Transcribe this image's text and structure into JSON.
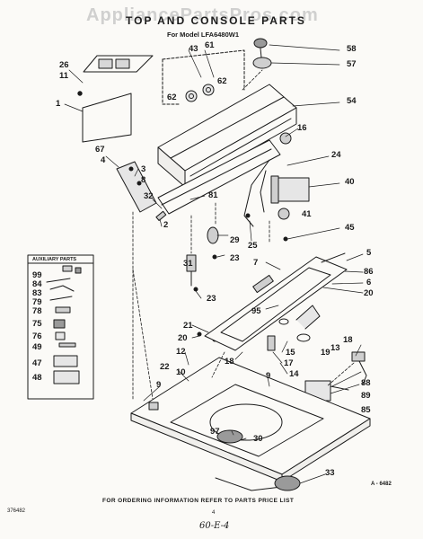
{
  "watermark": "AppliancePartsPros.com",
  "title": "TOP AND CONSOLE PARTS",
  "model": "For Model LFA6480W1",
  "auxiliary_title": "AUXILIARY PARTS",
  "footer": "FOR ORDERING INFORMATION REFER TO PARTS PRICE LIST",
  "figure_ref": "A - 6482",
  "doc_number": "376482",
  "page_number": "4",
  "handwritten": "60-E-4",
  "callouts": {
    "c58": "58",
    "c57": "57",
    "c54": "54",
    "c16": "16",
    "c24": "24",
    "c40": "40",
    "c41": "41",
    "c45": "45",
    "c5": "5",
    "c86": "86",
    "c6": "6",
    "c20a": "20",
    "c18a": "18",
    "c13": "13",
    "c19": "19",
    "c88": "88",
    "c89": "89",
    "c85": "85",
    "c26": "26",
    "c11": "11",
    "c1": "1",
    "c43": "43",
    "c61": "61",
    "c62a": "62",
    "c62b": "62",
    "c67": "67",
    "c4": "4",
    "c3": "3",
    "c8": "8",
    "c32": "32",
    "c2": "2",
    "c81": "81",
    "c29": "29",
    "c25": "25",
    "c23a": "23",
    "c31": "31",
    "c23b": "23",
    "c7": "7",
    "c95": "95",
    "c21": "21",
    "c20b": "20",
    "c12": "12",
    "c18b": "18",
    "c17": "17",
    "c15": "15",
    "c14": "14",
    "c9a": "9",
    "c22": "22",
    "c9b": "9",
    "c97": "97",
    "c30": "30",
    "c33": "33",
    "c10": "10",
    "a99": "99",
    "a84": "84",
    "a83": "83",
    "a79": "79",
    "a78": "78",
    "a75": "75",
    "a76": "76",
    "a49": "49",
    "a47": "47",
    "a48": "48"
  }
}
